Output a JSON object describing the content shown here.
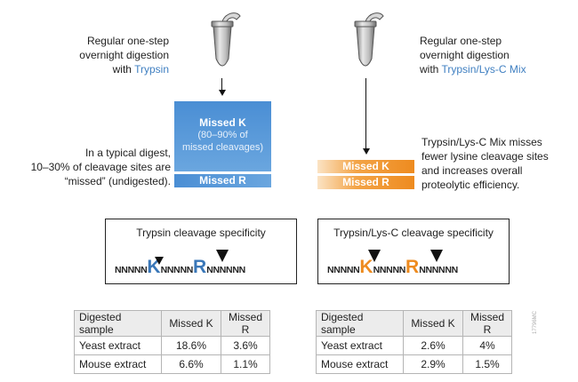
{
  "left": {
    "caption": {
      "line1": "Regular one-step",
      "line2": "overnight digestion",
      "prefix": "with ",
      "enzyme": "Trypsin"
    },
    "missed_k_label": "Missed K",
    "missed_k_sub1": "(80–90% of",
    "missed_k_sub2": "missed cleavages)",
    "missed_r_label": "Missed R",
    "note": {
      "line1": "In a typical digest,",
      "line2": "10–30% of cleavage sites are",
      "line3": "“missed” (undigested)."
    },
    "specificity": {
      "title": "Trypsin cleavage specificity",
      "pre": "NNNNN",
      "k": "K",
      "mid": "NNNNN",
      "r": "R",
      "post": "NNNNNN",
      "residue_color": "#3a77b8"
    },
    "table": {
      "headers": [
        "Digested sample",
        "Missed K",
        "Missed R"
      ],
      "rows": [
        [
          "Yeast extract",
          "18.6%",
          "3.6%"
        ],
        [
          "Mouse extract",
          "6.6%",
          "1.1%"
        ]
      ]
    }
  },
  "right": {
    "caption": {
      "line1": "Regular one-step",
      "line2": "overnight digestion",
      "prefix": "with ",
      "enzyme": "Trypsin/Lys-C Mix"
    },
    "missed_k_label": "Missed K",
    "missed_r_label": "Missed R",
    "note": {
      "line1": "Trypsin/Lys-C Mix misses",
      "line2": "fewer lysine cleavage sites",
      "line3": "and increases overall",
      "line4": "proteolytic efficiency."
    },
    "specificity": {
      "title": "Trypsin/Lys-C cleavage specificity",
      "pre": "NNNNN",
      "k": "K",
      "mid": "NNNNN",
      "r": "R",
      "post": "NNNNNN",
      "residue_color": "#ee8b1f"
    },
    "table": {
      "headers": [
        "Digested sample",
        "Missed K",
        "Missed R"
      ],
      "rows": [
        [
          "Yeast extract",
          "2.6%",
          "4%"
        ],
        [
          "Mouse extract",
          "2.9%",
          "1.5%"
        ]
      ]
    }
  },
  "figure_code": "17796MC",
  "colors": {
    "blue": "#3f7fc1",
    "orange": "#ee8b1f"
  }
}
